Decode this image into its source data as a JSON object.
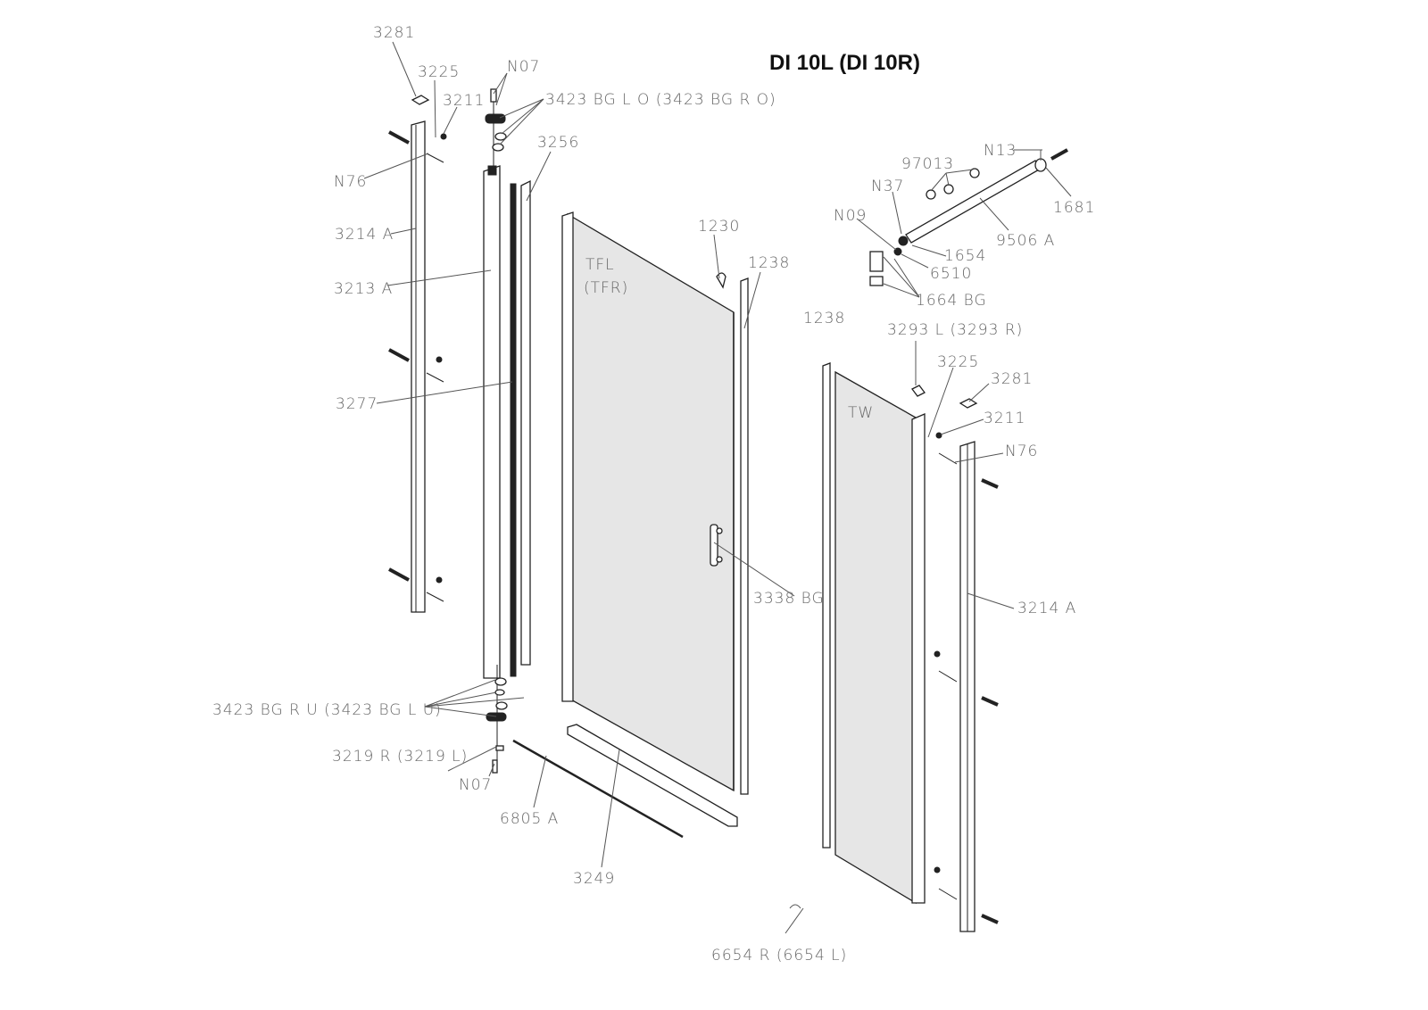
{
  "title": "DI 10L (DI 10R)",
  "labels": {
    "p3281_left": "3281",
    "p3225_left": "3225",
    "p3211_left": "3211",
    "n07_top": "N07",
    "p3423_top": "3423 BG L O (3423 BG R O)",
    "p3256": "3256",
    "n76_left": "N76",
    "p3214a_left": "3214  A",
    "p3213a": "3213  A",
    "p3277": "3277",
    "tfl": "TFL",
    "tfr": "(TFR)",
    "p1230": "1230",
    "p1238_a": "1238",
    "p1238_b": "1238",
    "p3338bg": "3338 BG",
    "p3423_bottom": "3423 BG R U (3423 BG L U)",
    "p3219": "3219 R (3219 L)",
    "n07_bottom": "N07",
    "p6805a": "6805  A",
    "p3249": "3249",
    "p6654": "6654 R (6654 L)",
    "n13": "N13",
    "p97013": "97013",
    "n37": "N37",
    "n09": "N09",
    "p1681": "1681",
    "p9506a": "9506  A",
    "p1654": "1654",
    "p6510": "6510",
    "p1664bg": "1664 BG",
    "p3293": "3293 L (3293 R)",
    "p3225_right": "3225",
    "p3281_right": "3281",
    "p3211_right": "3211",
    "n76_right": "N76",
    "tw": "TW",
    "p3214a_right": "3214  A"
  }
}
